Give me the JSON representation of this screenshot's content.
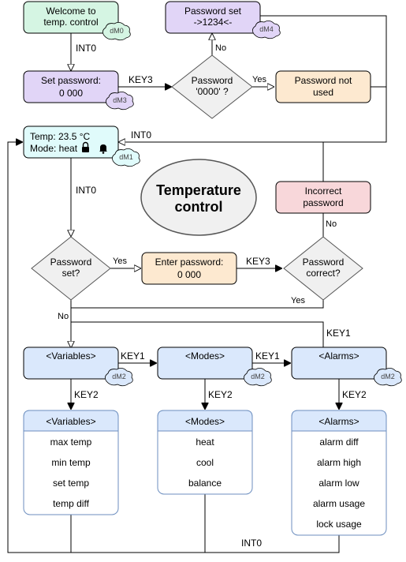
{
  "colors": {
    "green": "#d5f5e3",
    "purple": "#e1d5f7",
    "orange": "#fde9d0",
    "red": "#f8d7da",
    "cyan": "#e0fbfb",
    "blue": "#dae8fc",
    "gray": "#f0f0f0",
    "stroke": "#000000"
  },
  "title": {
    "line1": "Temperature",
    "line2": "control"
  },
  "nodes": {
    "welcome": {
      "line1": "Welcome to",
      "line2": "temp. control",
      "tag": "dM0"
    },
    "set_password": {
      "line1": "Set password:",
      "line2": "0 000",
      "tag": "dM3"
    },
    "password_set": {
      "line1": "Password set",
      "line2": "->1234<-",
      "tag": "dM4"
    },
    "password_check": {
      "line1": "Password",
      "line2": "'0000' ?"
    },
    "password_not_used": {
      "line1": "Password not",
      "line2": "used"
    },
    "temp_display": {
      "line1": "Temp: 23.5 °C",
      "line2": "Mode: heat",
      "tag": "dM1"
    },
    "incorrect_password": {
      "line1": "Incorrect",
      "line2": "password"
    },
    "password_set_q": {
      "line1": "Password",
      "line2": "set?"
    },
    "enter_password": {
      "line1": "Enter password:",
      "line2": "0 000"
    },
    "password_correct_q": {
      "line1": "Password",
      "line2": "correct?"
    },
    "variables_menu": {
      "label": "<Variables>",
      "tag": "dM2"
    },
    "modes_menu": {
      "label": "<Modes>",
      "tag": "dM2"
    },
    "alarms_menu": {
      "label": "<Alarms>",
      "tag": "dM2"
    }
  },
  "lists": {
    "variables": {
      "header": "<Variables>",
      "items": [
        "max temp",
        "min temp",
        "set temp",
        "temp diff"
      ]
    },
    "modes": {
      "header": "<Modes>",
      "items": [
        "heat",
        "cool",
        "balance"
      ]
    },
    "alarms": {
      "header": "<Alarms>",
      "items": [
        "alarm diff",
        "alarm high",
        "alarm low",
        "alarm usage",
        "lock usage"
      ]
    }
  },
  "edge_labels": {
    "int0_a": "INT0",
    "key3_a": "KEY3",
    "no_a": "No",
    "yes_a": "Yes",
    "int0_b": "INT0",
    "int0_c": "INT0",
    "no_b": "No",
    "yes_b": "Yes",
    "key3_b": "KEY3",
    "yes_c": "Yes",
    "no_c": "No",
    "key1_a": "KEY1",
    "key1_b": "KEY1",
    "key1_c": "KEY1",
    "key2_a": "KEY2",
    "key2_b": "KEY2",
    "key2_c": "KEY2",
    "int0_d": "INT0"
  }
}
